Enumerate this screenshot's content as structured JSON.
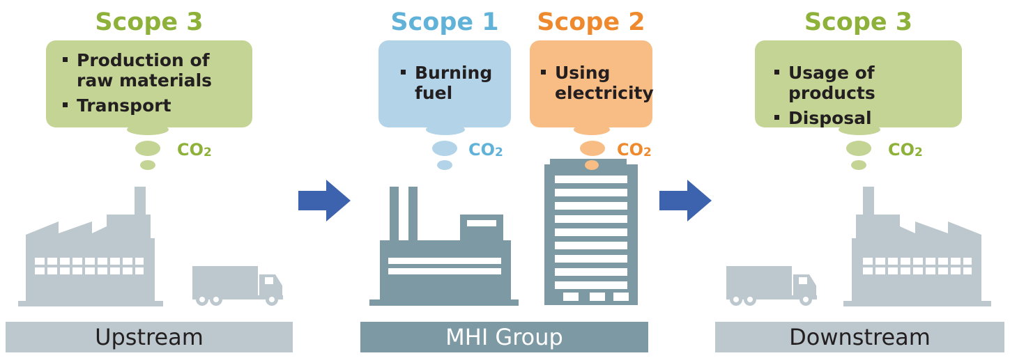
{
  "colors": {
    "scope3": "#8db139",
    "scope3_fill": "#c4d494",
    "scope1": "#60b2d8",
    "scope1_fill": "#b3d4e8",
    "scope2": "#ee8a2d",
    "scope2_fill": "#f8bd85",
    "factory_light": "#bdc8ce",
    "factory_dark": "#7d99a4",
    "arrow": "#3e63ae",
    "bar_light": "#bcc8ce",
    "bar_dark": "#7d99a4"
  },
  "upstream": {
    "scope_title": "Scope 3",
    "items": [
      "Production of raw materials",
      "Transport"
    ],
    "co2": "CO",
    "co2_sub": "2",
    "label": "Upstream"
  },
  "mhi": {
    "scope1": {
      "title": "Scope 1",
      "items": [
        "Burning fuel"
      ],
      "co2": "CO",
      "co2_sub": "2"
    },
    "scope2": {
      "title": "Scope 2",
      "items": [
        "Using electricity"
      ],
      "co2": "CO",
      "co2_sub": "2"
    },
    "label": "MHI Group"
  },
  "downstream": {
    "scope_title": "Scope 3",
    "items": [
      "Usage of products",
      "Disposal"
    ],
    "co2": "CO",
    "co2_sub": "2",
    "label": "Downstream"
  }
}
